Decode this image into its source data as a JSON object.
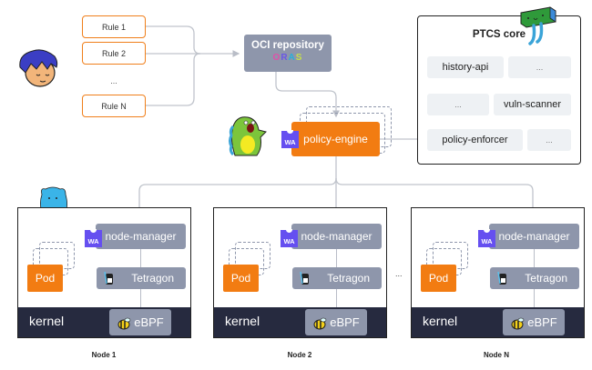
{
  "rules": {
    "items": [
      "Rule 1",
      "Rule 2",
      "Rule N"
    ],
    "ellipsis": "..."
  },
  "oci": {
    "title": "OCI repository",
    "logo_letters": [
      "O",
      "R",
      "A",
      "S"
    ]
  },
  "ptcs": {
    "title": "PTCS core",
    "services": [
      {
        "label": "history-api"
      },
      {
        "label": "..."
      },
      {
        "label": "..."
      },
      {
        "label": "vuln-scanner"
      },
      {
        "label": "policy-enforcer"
      },
      {
        "label": "..."
      }
    ]
  },
  "policy_engine": {
    "label": "policy-engine",
    "badge": "WA"
  },
  "nodes": [
    {
      "label": "Node 1",
      "node_manager": "node-manager",
      "tetragon": "Tetragon",
      "pod": "Pod",
      "kernel": "kernel",
      "ebpf": "eBPF",
      "badge": "WA"
    },
    {
      "label": "Node 2",
      "node_manager": "node-manager",
      "tetragon": "Tetragon",
      "pod": "Pod",
      "kernel": "kernel",
      "ebpf": "eBPF",
      "badge": "WA"
    },
    {
      "label": "Node N",
      "node_manager": "node-manager",
      "tetragon": "Tetragon",
      "pod": "Pod",
      "kernel": "kernel",
      "ebpf": "eBPF",
      "badge": "WA"
    }
  ],
  "nodes_ellipsis": "...",
  "colors": {
    "orange": "#f27c12",
    "slate": "#8e96ab",
    "kernel_dark": "#262a3f",
    "wasm_purple": "#654ff0",
    "service_bg": "#eef1f4",
    "connector": "#b9bdc7"
  },
  "icons": [
    "developer-mascot",
    "dinosaur-mascot",
    "box-mascot",
    "bear-mascot",
    "wasm-icon",
    "tetragon-icon",
    "bee-icon"
  ]
}
